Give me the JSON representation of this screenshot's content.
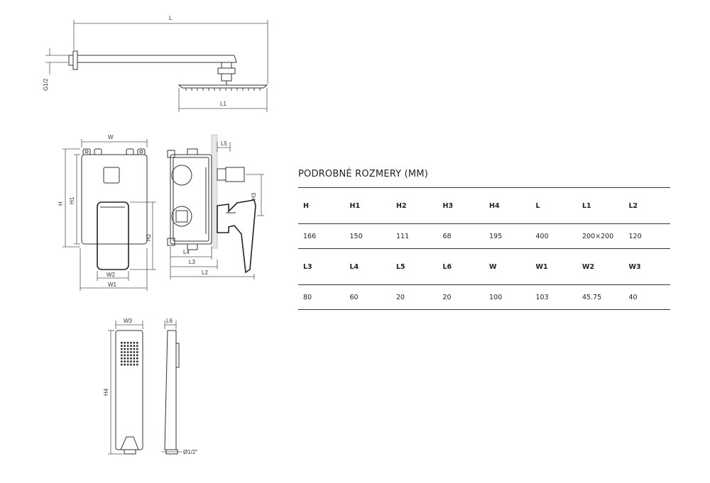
{
  "table_title": "PODROBNÉ ROZMERY (MM)",
  "table_rows": [
    {
      "type": "header",
      "cells": [
        "H",
        "H1",
        "H2",
        "H3",
        "H4",
        "L",
        "L1",
        "L2"
      ]
    },
    {
      "type": "value",
      "cells": [
        "166",
        "150",
        "111",
        "68",
        "195",
        "400",
        "200×200",
        "120"
      ]
    },
    {
      "type": "header",
      "cells": [
        "L3",
        "L4",
        "L5",
        "L6",
        "W",
        "W1",
        "W2",
        "W3"
      ]
    },
    {
      "type": "value",
      "cells": [
        "80",
        "60",
        "20",
        "20",
        "100",
        "103",
        "45.75",
        "40"
      ]
    }
  ],
  "labels": {
    "L": "L",
    "L1": "L1",
    "G12": "G1/2",
    "W": "W",
    "H": "H",
    "H1": "H1",
    "H2": "H2",
    "W2": "W2",
    "W1": "W1",
    "L5": "L5",
    "H3": "H3",
    "L4": "L4",
    "L3": "L3",
    "L2": "L2",
    "W3": "W3",
    "L6": "L6",
    "H4": "H4",
    "D12": "Ø1/2\""
  }
}
